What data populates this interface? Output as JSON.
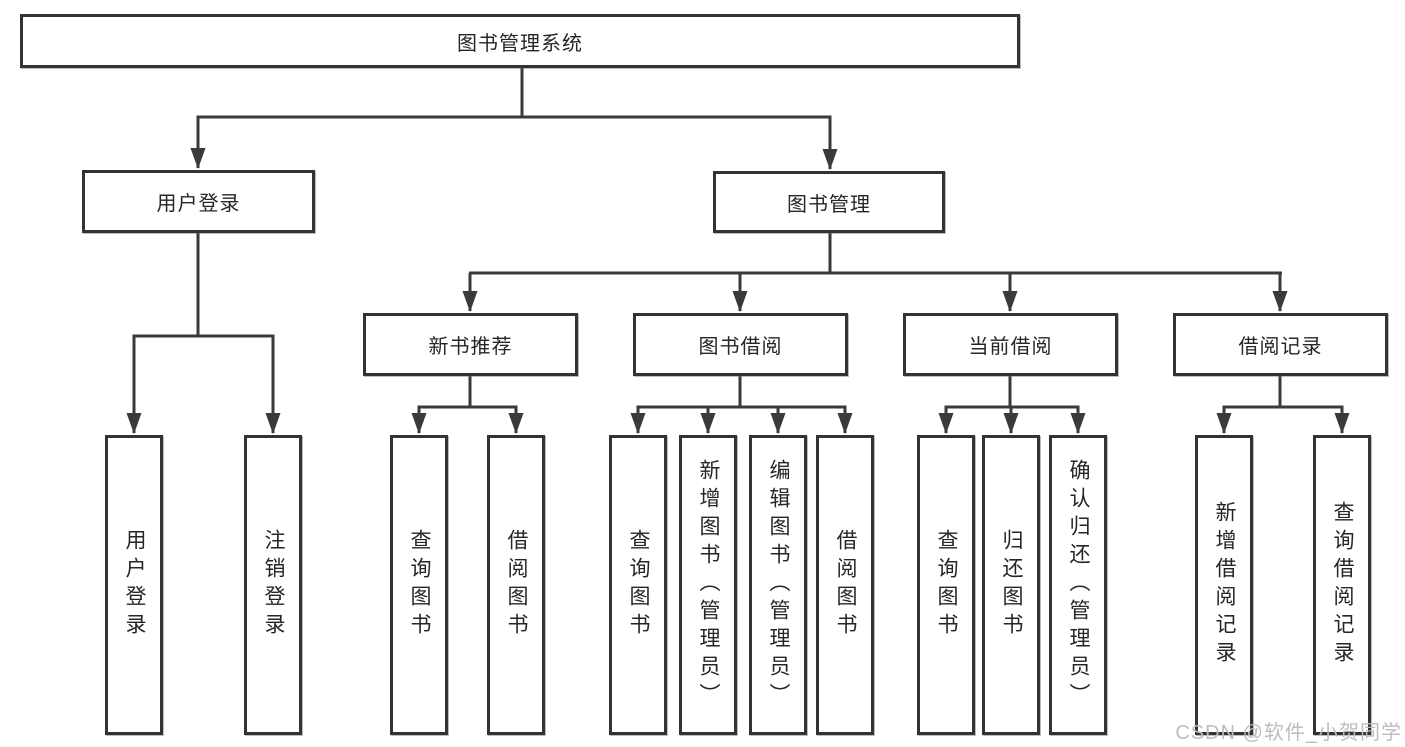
{
  "diagram_title": "图书管理系统",
  "colors": {
    "line": "#3a3a3a",
    "box_border": "#333333",
    "text": "#262626",
    "watermark": "#bdbdbd",
    "background": "#ffffff"
  },
  "tree": {
    "root": {
      "label": "图书管理系统",
      "children": [
        {
          "label": "用户登录",
          "children": [
            {
              "label": "用户登录"
            },
            {
              "label": "注销登录"
            }
          ]
        },
        {
          "label": "图书管理",
          "children": [
            {
              "label": "新书推荐",
              "children": [
                {
                  "label": "查询图书"
                },
                {
                  "label": "借阅图书"
                }
              ]
            },
            {
              "label": "图书借阅",
              "children": [
                {
                  "label": "查询图书"
                },
                {
                  "label": "新增图书（管理员）"
                },
                {
                  "label": "编辑图书（管理员）"
                },
                {
                  "label": "借阅图书"
                }
              ]
            },
            {
              "label": "当前借阅",
              "children": [
                {
                  "label": "查询图书"
                },
                {
                  "label": "归还图书"
                },
                {
                  "label": "确认归还（管理员）"
                }
              ]
            },
            {
              "label": "借阅记录",
              "children": [
                {
                  "label": "新增借阅记录"
                },
                {
                  "label": "查询借阅记录"
                }
              ]
            }
          ]
        }
      ]
    }
  },
  "watermark": {
    "text": "CSDN @软件_小贺同学"
  }
}
